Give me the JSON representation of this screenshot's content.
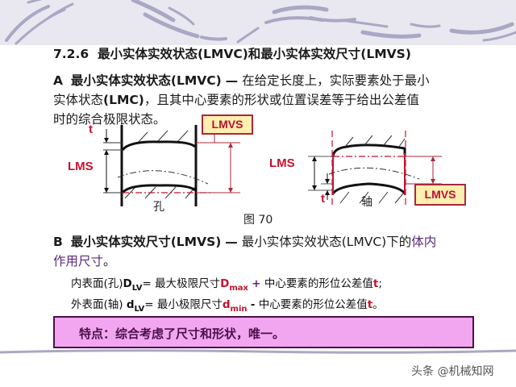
{
  "section": {
    "number": "7.2.6",
    "title": "最小实体实效状态(LMVC)和最小实体实效尺寸(LMVS)"
  },
  "part_a": {
    "marker": "A",
    "term": "最小实体实效状态(LMVC)",
    "dash": "—",
    "line1_rest": "在给定长度上，实际要素处于最小",
    "line2_pre": "实体状态",
    "line2_lmc": "(LMC)",
    "line2_rest": "，且其中心要素的形状或位置误差等于给出公差值",
    "line3": "时的综合极限状态。"
  },
  "figure": {
    "caption": "图 70",
    "hole": {
      "label": "孔",
      "t_label": "t",
      "lms_label": "LMS",
      "lmvs_label": "LMVS"
    },
    "shaft": {
      "label": "轴",
      "t_label": "t",
      "lms_label": "LMS",
      "lmvs_label": "LMVS"
    }
  },
  "part_b": {
    "marker": "B",
    "term": "最小实体实效尺寸(LMVS)",
    "dash": "—",
    "line1_mid": "最小实体实效状态(LMVC)下的",
    "line1_highlight": "体内",
    "line2_highlight": "作用尺寸",
    "line2_end": "。"
  },
  "formulas": [
    {
      "prefix": "内表面(孔)",
      "symbol": "D",
      "sub": "LV",
      "eq": "= 最大极限尺寸",
      "limit_symbol": "D",
      "limit_sub": "max",
      "op": "+",
      "rest": "中心要素的形位公差值",
      "t": "t",
      "end": ";"
    },
    {
      "prefix": "外表面(轴)",
      "symbol": "d",
      "sub": "LV",
      "eq": "= 最小极限尺寸",
      "limit_symbol": "d",
      "limit_sub": "min",
      "op": "-",
      "rest": "中心要素的形位公差值",
      "t": "t",
      "end": "。"
    }
  ],
  "feature": {
    "text": "特点：综合考虑了尺寸和形状，唯一。"
  },
  "watermark": "头条 @机械知网",
  "colors": {
    "accent_red": "#c8102e",
    "feature_bg": "#f2a6f0",
    "feature_border": "#4a1048",
    "label_box_bg": "#ffefb0",
    "highlight_purple": "#5a2a7a"
  }
}
